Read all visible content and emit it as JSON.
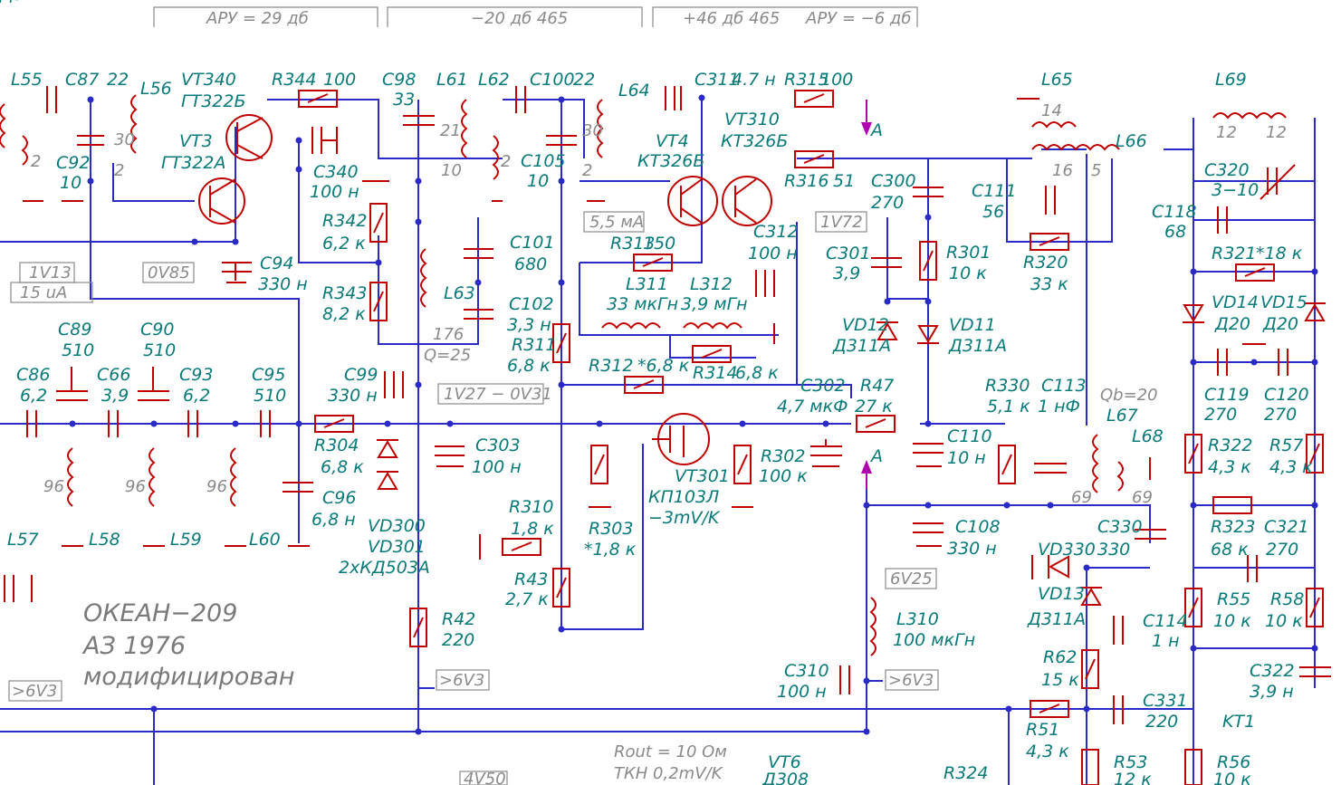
{
  "header_boxes": [
    "АРУ = 29 дб",
    "−20 дб 465",
    "+46 дб 465",
    "АРУ = −6 дб"
  ],
  "title_lines": [
    "ОКЕАН−209",
    "АЗ 1976",
    "модифицирован"
  ],
  "annotations": {
    "a_top": "A",
    "a_mid": "A",
    "box_1v13": "1V13",
    "box_15ua": "15 uA",
    "box_0v85": "0V85",
    "box_55ma": "5,5 мА",
    "box_1v72": "1V72",
    "box_1v27": "1V27 − 0V31",
    "box_6v25": "6V25",
    "box_6v3_a": ">6V3",
    "box_6v3_b": ">6V3",
    "box_6v3_c": ">6V3",
    "box_4v50": "4V50",
    "q25": "Q=25",
    "qb20": "Qb=20",
    "rout": "Rout = 10 Ом",
    "tkn": "ТКН 0,2mV/K"
  },
  "components": [
    {
      "ref": "L55",
      "value": ""
    },
    {
      "ref": "C87",
      "value": "22"
    },
    {
      "ref": "L56",
      "value": ""
    },
    {
      "ref": "VT340",
      "value": "ГТ322Б"
    },
    {
      "ref": "VT3",
      "value": "ГТ322А"
    },
    {
      "ref": "C92",
      "value": "10"
    },
    {
      "ref": "R344",
      "value": "100"
    },
    {
      "ref": "C98",
      "value": "33"
    },
    {
      "ref": "L61",
      "value": ""
    },
    {
      "ref": "L62",
      "value": ""
    },
    {
      "ref": "C100",
      "value": "22"
    },
    {
      "ref": "L64",
      "value": ""
    },
    {
      "ref": "C311",
      "value": "4.7 н"
    },
    {
      "ref": "R315",
      "value": "100"
    },
    {
      "ref": "VT310",
      "value": "КТ326Б"
    },
    {
      "ref": "VT4",
      "value": "КТ326Б"
    },
    {
      "ref": "R316",
      "value": "51"
    },
    {
      "ref": "C340",
      "value": "100 н"
    },
    {
      "ref": "C105",
      "value": "10"
    },
    {
      "ref": "C300",
      "value": "270"
    },
    {
      "ref": "L65",
      "value": ""
    },
    {
      "ref": "L66",
      "value": ""
    },
    {
      "ref": "L69",
      "value": ""
    },
    {
      "ref": "C111",
      "value": "56"
    },
    {
      "ref": "C320",
      "value": "3−10"
    },
    {
      "ref": "C118",
      "value": "68"
    },
    {
      "ref": "R342",
      "value": "6,2 к"
    },
    {
      "ref": "C101",
      "value": "680"
    },
    {
      "ref": "R313",
      "value": "150"
    },
    {
      "ref": "C312",
      "value": "100 н"
    },
    {
      "ref": "R301",
      "value": "10 к"
    },
    {
      "ref": "C301",
      "value": "3,9"
    },
    {
      "ref": "R320",
      "value": "33 к"
    },
    {
      "ref": "R321",
      "value": "*18 к"
    },
    {
      "ref": "C94",
      "value": "330 н"
    },
    {
      "ref": "L311",
      "value": "33 мкГн"
    },
    {
      "ref": "L312",
      "value": "3,9 мГн"
    },
    {
      "ref": "R343",
      "value": "8,2 к"
    },
    {
      "ref": "L63",
      "value": ""
    },
    {
      "ref": "C102",
      "value": "3,3 н"
    },
    {
      "ref": "VD12",
      "value": "Д311А"
    },
    {
      "ref": "VD11",
      "value": "Д311А"
    },
    {
      "ref": "VD14",
      "value": "Д20"
    },
    {
      "ref": "VD15",
      "value": "Д20"
    },
    {
      "ref": "C89",
      "value": "510"
    },
    {
      "ref": "C90",
      "value": "510"
    },
    {
      "ref": "R311",
      "value": "6,8 к"
    },
    {
      "ref": "R312",
      "value": "*6,8 к"
    },
    {
      "ref": "R314",
      "value": "6,8 к"
    },
    {
      "ref": "C86",
      "value": "6,2"
    },
    {
      "ref": "C66",
      "value": "3,9"
    },
    {
      "ref": "C93",
      "value": "6,2"
    },
    {
      "ref": "C95",
      "value": "510"
    },
    {
      "ref": "C99",
      "value": "330 н"
    },
    {
      "ref": "C302",
      "value": "4,7 мкФ"
    },
    {
      "ref": "R47",
      "value": "27 к"
    },
    {
      "ref": "R330",
      "value": "5,1 к"
    },
    {
      "ref": "C113",
      "value": "1 нФ"
    },
    {
      "ref": "L67",
      "value": ""
    },
    {
      "ref": "L68",
      "value": ""
    },
    {
      "ref": "C119",
      "value": "270"
    },
    {
      "ref": "C120",
      "value": "270"
    },
    {
      "ref": "R304",
      "value": "6,8 к"
    },
    {
      "ref": "C303",
      "value": "100 н"
    },
    {
      "ref": "VT301",
      "value": "КП103Л"
    },
    {
      "ref": "VT301_note",
      "value": "−3mV/K"
    },
    {
      "ref": "R302",
      "value": "100 к"
    },
    {
      "ref": "C110",
      "value": "10 н"
    },
    {
      "ref": "R322",
      "value": "4,3 к"
    },
    {
      "ref": "R57",
      "value": "4,3 к"
    },
    {
      "ref": "C96",
      "value": "6,8 н"
    },
    {
      "ref": "L57",
      "value": ""
    },
    {
      "ref": "L58",
      "value": ""
    },
    {
      "ref": "L59",
      "value": ""
    },
    {
      "ref": "L60",
      "value": ""
    },
    {
      "ref": "VD300",
      "value": ""
    },
    {
      "ref": "VD301",
      "value": "2хКД503А"
    },
    {
      "ref": "R310",
      "value": "1,8 к"
    },
    {
      "ref": "R303",
      "value": "*1,8 к"
    },
    {
      "ref": "C108",
      "value": "330 н"
    },
    {
      "ref": "VD330",
      "value": "Д311А"
    },
    {
      "ref": "C330",
      "value": "330"
    },
    {
      "ref": "R323",
      "value": "68 к"
    },
    {
      "ref": "C321",
      "value": "270"
    },
    {
      "ref": "R43",
      "value": "2,7 к"
    },
    {
      "ref": "VD13",
      "value": "Д311А"
    },
    {
      "ref": "R55",
      "value": "10 к"
    },
    {
      "ref": "R58",
      "value": "10 к"
    },
    {
      "ref": "R42",
      "value": "220"
    },
    {
      "ref": "L310",
      "value": "100 мкГн"
    },
    {
      "ref": "C114",
      "value": "1 н"
    },
    {
      "ref": "R62",
      "value": "15 к"
    },
    {
      "ref": "C322",
      "value": "3,9 н"
    },
    {
      "ref": "C310",
      "value": "100 н"
    },
    {
      "ref": "C331",
      "value": "220"
    },
    {
      "ref": "R51",
      "value": "4,3 к"
    },
    {
      "ref": "KT1",
      "value": ""
    },
    {
      "ref": "VT6",
      "value": "Д308"
    },
    {
      "ref": "R324",
      "value": ""
    },
    {
      "ref": "R53",
      "value": "12 к"
    },
    {
      "ref": "R56",
      "value": "10 к"
    }
  ],
  "winding_labels": [
    "2",
    "30",
    "2",
    "21",
    "10",
    "2",
    "30",
    "2",
    "14",
    "16",
    "5",
    "12",
    "12",
    "176",
    "69",
    "69",
    "96",
    "96",
    "96"
  ]
}
